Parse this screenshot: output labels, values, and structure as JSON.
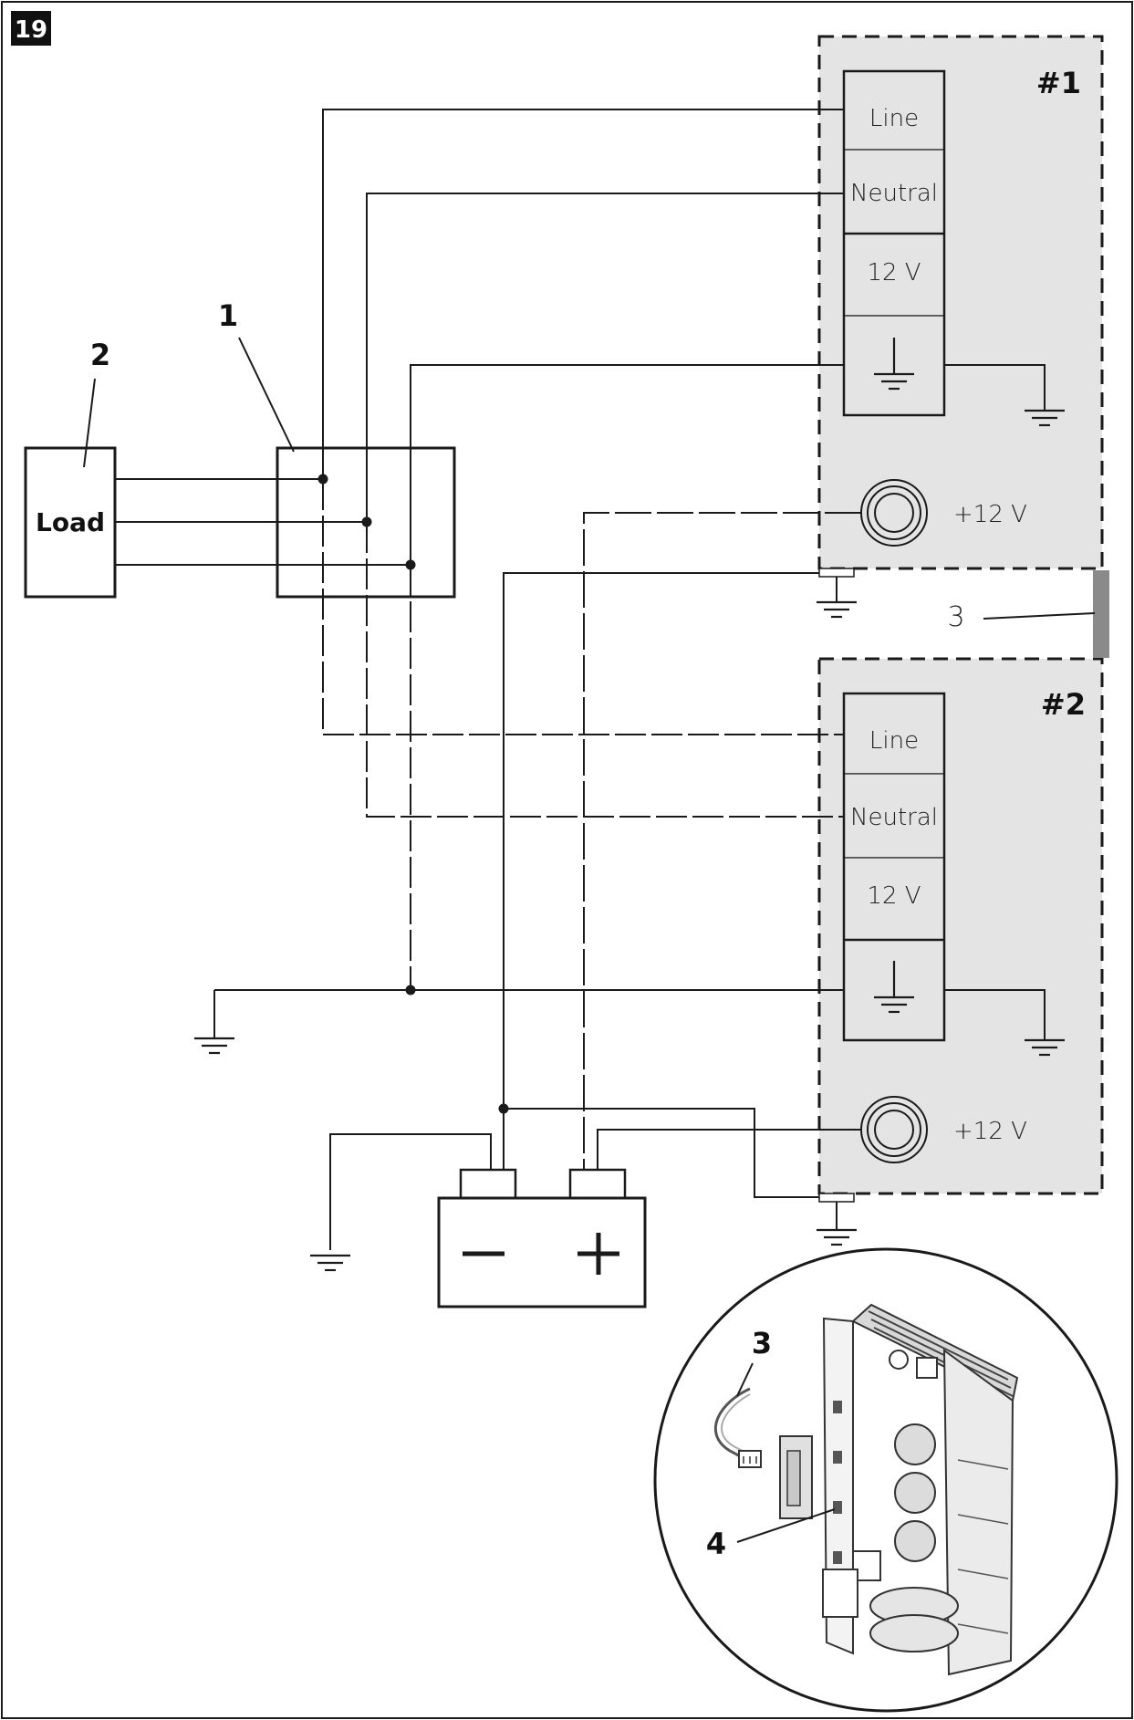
{
  "figure_number": "19",
  "panel1": {
    "title": "#1",
    "terminals": [
      "Line",
      "Neutral",
      "12 V"
    ],
    "power_post_label": "+12 V"
  },
  "panel2": {
    "title": "#2",
    "terminals": [
      "Line",
      "Neutral",
      "12 V"
    ],
    "power_post_label": "+12 V"
  },
  "load_label": "Load",
  "callouts": {
    "junction_box": "1",
    "load": "2",
    "bridge_cable": "3",
    "inset_cable": "3",
    "inset_connector": "4"
  },
  "battery": {
    "negative_symbol": "−",
    "positive_symbol": "+"
  },
  "icons": {
    "ground": "ground-icon",
    "battery": "battery-icon",
    "power_post": "terminal-post-icon",
    "inset": "circuit-board-inset-illustration"
  }
}
